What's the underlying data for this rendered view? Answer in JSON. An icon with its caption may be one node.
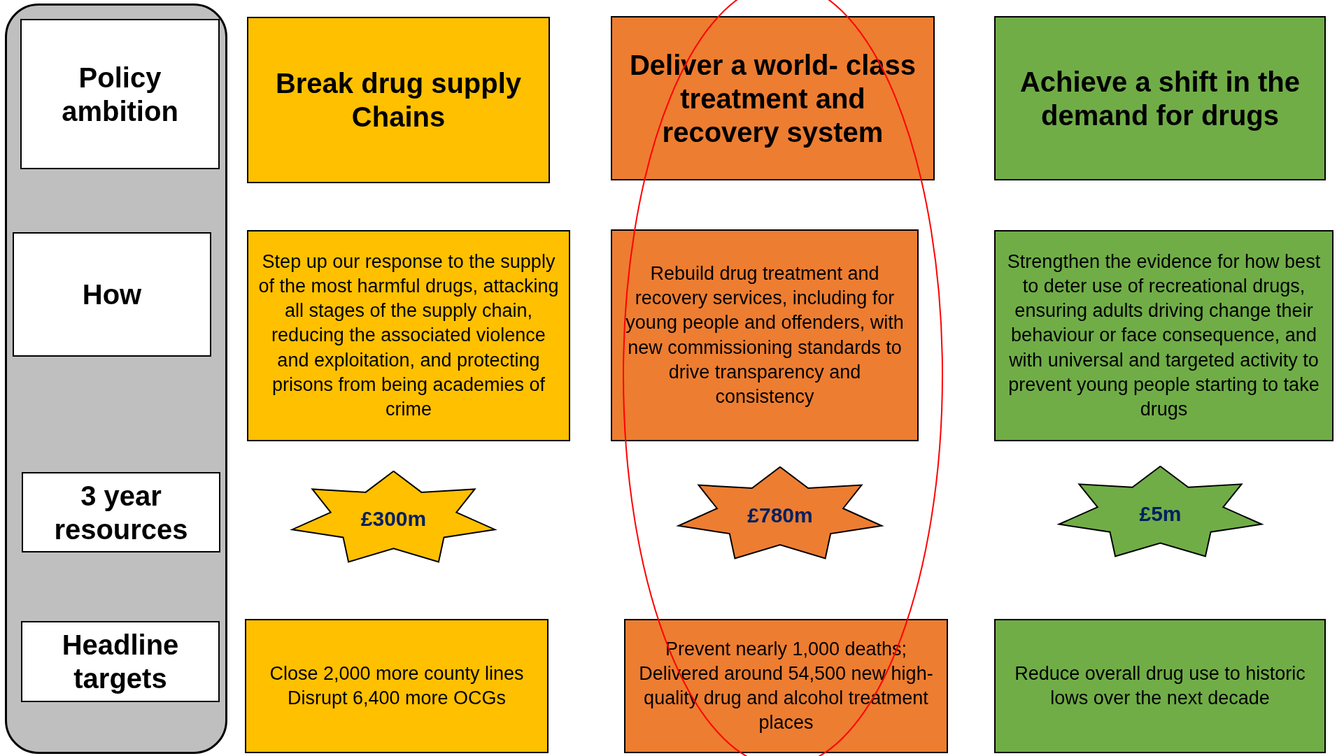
{
  "diagram": {
    "nodes": [
      {
        "text": [],
        "shape": "box"
      },
      {
        "text": [
          "Policy ambition"
        ],
        "in": 0
      },
      {
        "text": [
          "Break drug supply Chains"
        ]
      },
      {
        "text": [
          "Deliver a world- class treatment and recovery system"
        ]
      },
      {
        "text": [
          "Achieve a shift in the demand for drugs"
        ]
      },
      {
        "text": [
          "How"
        ],
        "in": 0
      },
      {
        "text": [
          "Step up our response to the supply of the most harmful drugs, attacking all stages of the supply chain, reducing the associated violence and exploitation, and protecting prisons from being academies of crime"
        ]
      },
      {
        "text": [
          "Rebuild drug treatment and recovery services, including for young people and offenders, with new commissioning standards to drive transparency and consistency"
        ]
      },
      {
        "text": [
          "Strengthen the evidence for how best to deter use of recreational drugs, ensuring adults driving change their behaviour or face consequence, and with universal and targeted activity to prevent young people starting to take drugs"
        ]
      },
      {
        "text": [
          "3 year resources"
        ],
        "in": 0
      },
      {
        "text": [
          "£300m"
        ]
      },
      {
        "text": [
          "£780m"
        ]
      },
      {
        "text": [
          "£5m"
        ]
      },
      {
        "text": [
          "Headline targets"
        ],
        "in": 0
      },
      {
        "text": [
          "Close 2,000 more county lines",
          "Disrupt 6,400 more OCGs"
        ]
      },
      {
        "text": [
          "Prevent nearly 1,000 deaths;",
          "Delivered around 54,500 new high-quality drug and alcohol treatment places"
        ]
      },
      {
        "text": [
          "Reduce overall drug use to historic lows over the next decade"
        ]
      }
    ],
    "edges": []
  }
}
